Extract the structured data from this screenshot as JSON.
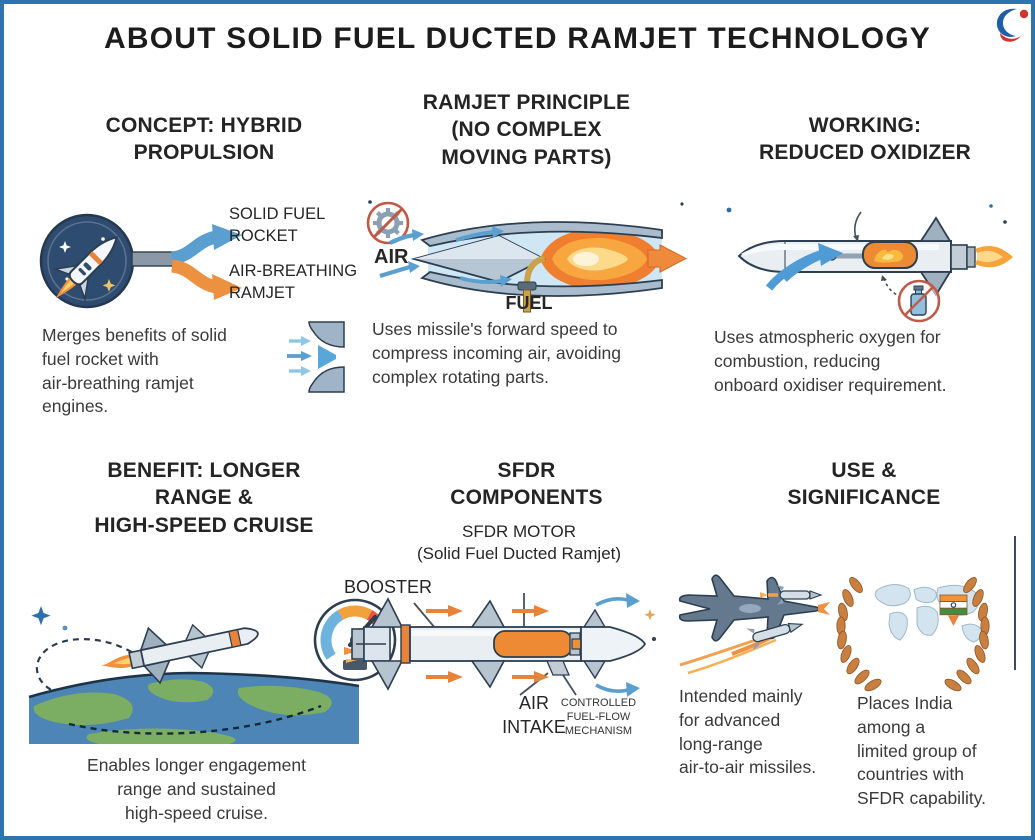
{
  "title": "ABOUT SOLID FUEL DUCTED RAMJET TECHNOLOGY",
  "colors": {
    "border": "#2e74ae",
    "accent_blue": "#5b9fd0",
    "accent_orange": "#ec8b3c",
    "navy_outline": "#2c3e50",
    "heading_text": "#242424",
    "body_text": "#3a3a3a"
  },
  "panels": {
    "concept": {
      "heading": "CONCEPT: HYBRID\nPROPULSION",
      "arrow_top_label": "SOLID FUEL\nROCKET",
      "arrow_bottom_label": "AIR-BREATHING\nRAMJET",
      "body": "Merges benefits of solid\nfuel rocket with\nair-breathing ramjet\nengines."
    },
    "ramjet": {
      "heading": "RAMJET PRINCIPLE\n(NO COMPLEX\nMOVING PARTS)",
      "air_label": "AIR",
      "fuel_label": "FUEL",
      "body": "Uses missile's forward speed to\ncompress incoming air, avoiding\ncomplex rotating parts."
    },
    "working": {
      "heading": "WORKING:\nREDUCED OXIDIZER",
      "body": "Uses atmospheric oxygen for\ncombustion, reducing\nonboard oxidiser requirement."
    },
    "benefit": {
      "heading": "BENEFIT: LONGER\nRANGE &\nHIGH-SPEED CRUISE",
      "body": "Enables longer engagement\nrange and sustained\nhigh-speed cruise."
    },
    "sfdr": {
      "heading": "SFDR\nCOMPONENTS",
      "motor_label": "SFDR MOTOR\n(Solid Fuel Ducted Ramjet)",
      "booster_label": "BOOSTER",
      "air_intake_label": "AIR\nINTAKE",
      "fuel_flow_label": "CONTROLLED\nFUEL-FLOW\nMECHANISM"
    },
    "use": {
      "heading": "USE &\nSIGNIFICANCE",
      "body_left": "Intended mainly\nfor advanced\nlong-range\nair-to-air missiles.",
      "body_right": "Places India\namong a\nlimited group of\ncountries with\nSFDR capability."
    }
  }
}
